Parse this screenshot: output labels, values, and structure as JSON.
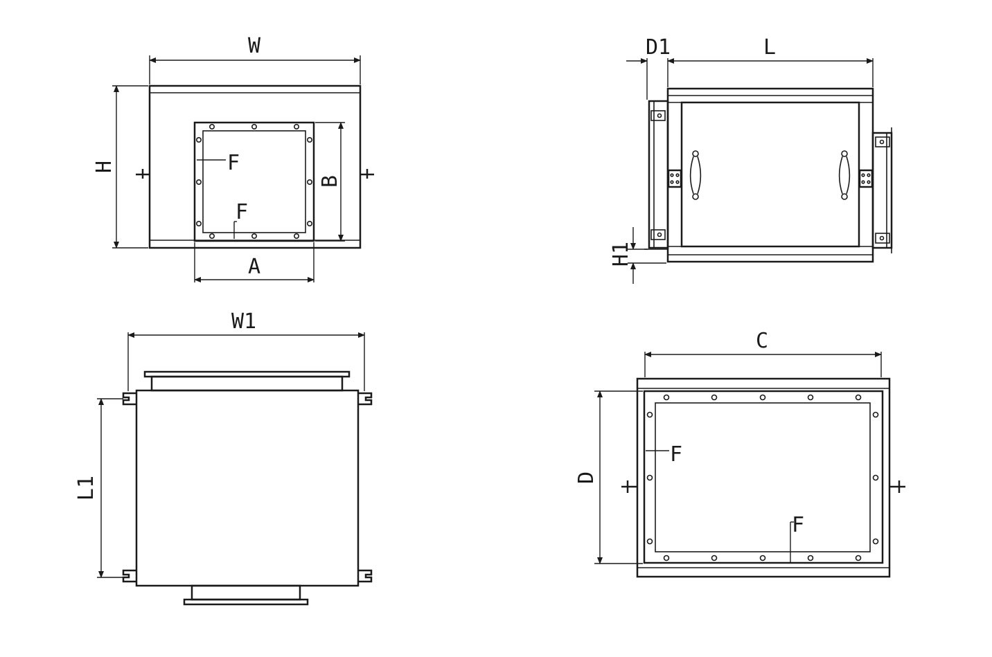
{
  "views": {
    "front": {
      "width_label": "W",
      "height_label": "H",
      "flange_label_side": "F",
      "flange_label_bottom": "F",
      "opening_width_label": "A",
      "opening_height_label": "B"
    },
    "side": {
      "offset_label": "D1",
      "length_label": "L",
      "height_offset_label": "H1"
    },
    "top": {
      "width_label": "W1",
      "length_label": "L1"
    },
    "outlet": {
      "width_label": "C",
      "height_label": "D",
      "flange_label_side": "F",
      "flange_label_bottom": "F"
    }
  }
}
